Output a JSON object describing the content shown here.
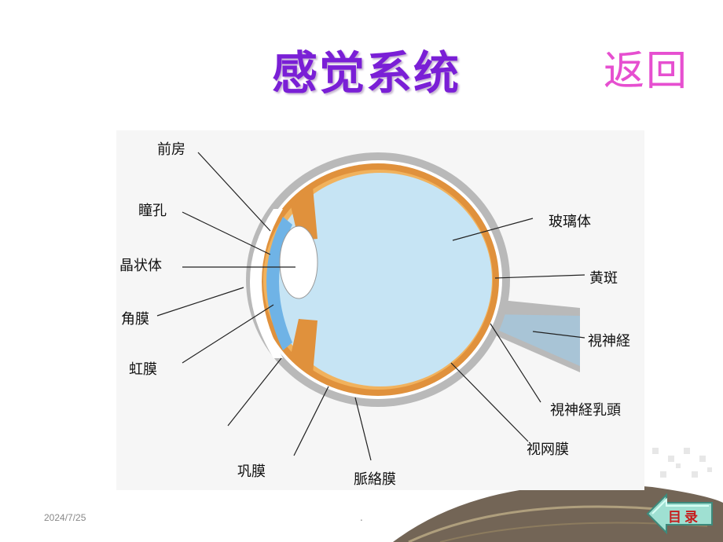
{
  "header": {
    "title": "感觉系统",
    "back_label": "返回"
  },
  "diagram": {
    "labels": {
      "anterior_chamber": "前房",
      "pupil": "瞳孔",
      "lens": "晶状体",
      "cornea": "角膜",
      "iris": "虹膜",
      "sclera": "巩膜",
      "choroid": "脈絡膜",
      "vitreous": "玻璃体",
      "macula": "黄斑",
      "optic_nerve": "視神経",
      "optic_disc": "視神経乳頭",
      "retina": "视网膜"
    }
  },
  "footer": {
    "date": "2024/7/25",
    "page_mark": ".",
    "toc_label": "目录"
  },
  "colors": {
    "title": "#7a1fd6",
    "back": "#e64fd0",
    "vitreous": "#c6e4f4",
    "choroid": "#e0913c",
    "sclera": "#b9b9b9"
  }
}
